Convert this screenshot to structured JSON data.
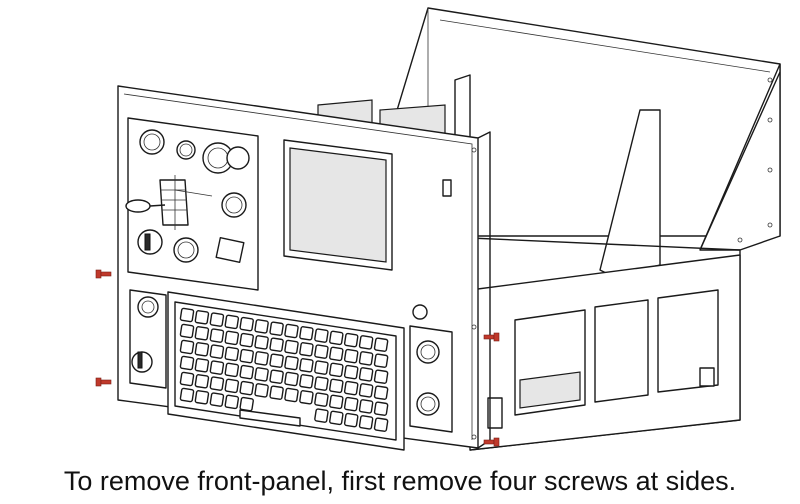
{
  "caption": "To remove front-panel, first remove four screws at sides.",
  "colors": {
    "screw": "#c0392b",
    "line": "#1a1a1a",
    "background": "#ffffff"
  },
  "parts": {
    "screws": 4,
    "keyboard_rows": 6
  }
}
